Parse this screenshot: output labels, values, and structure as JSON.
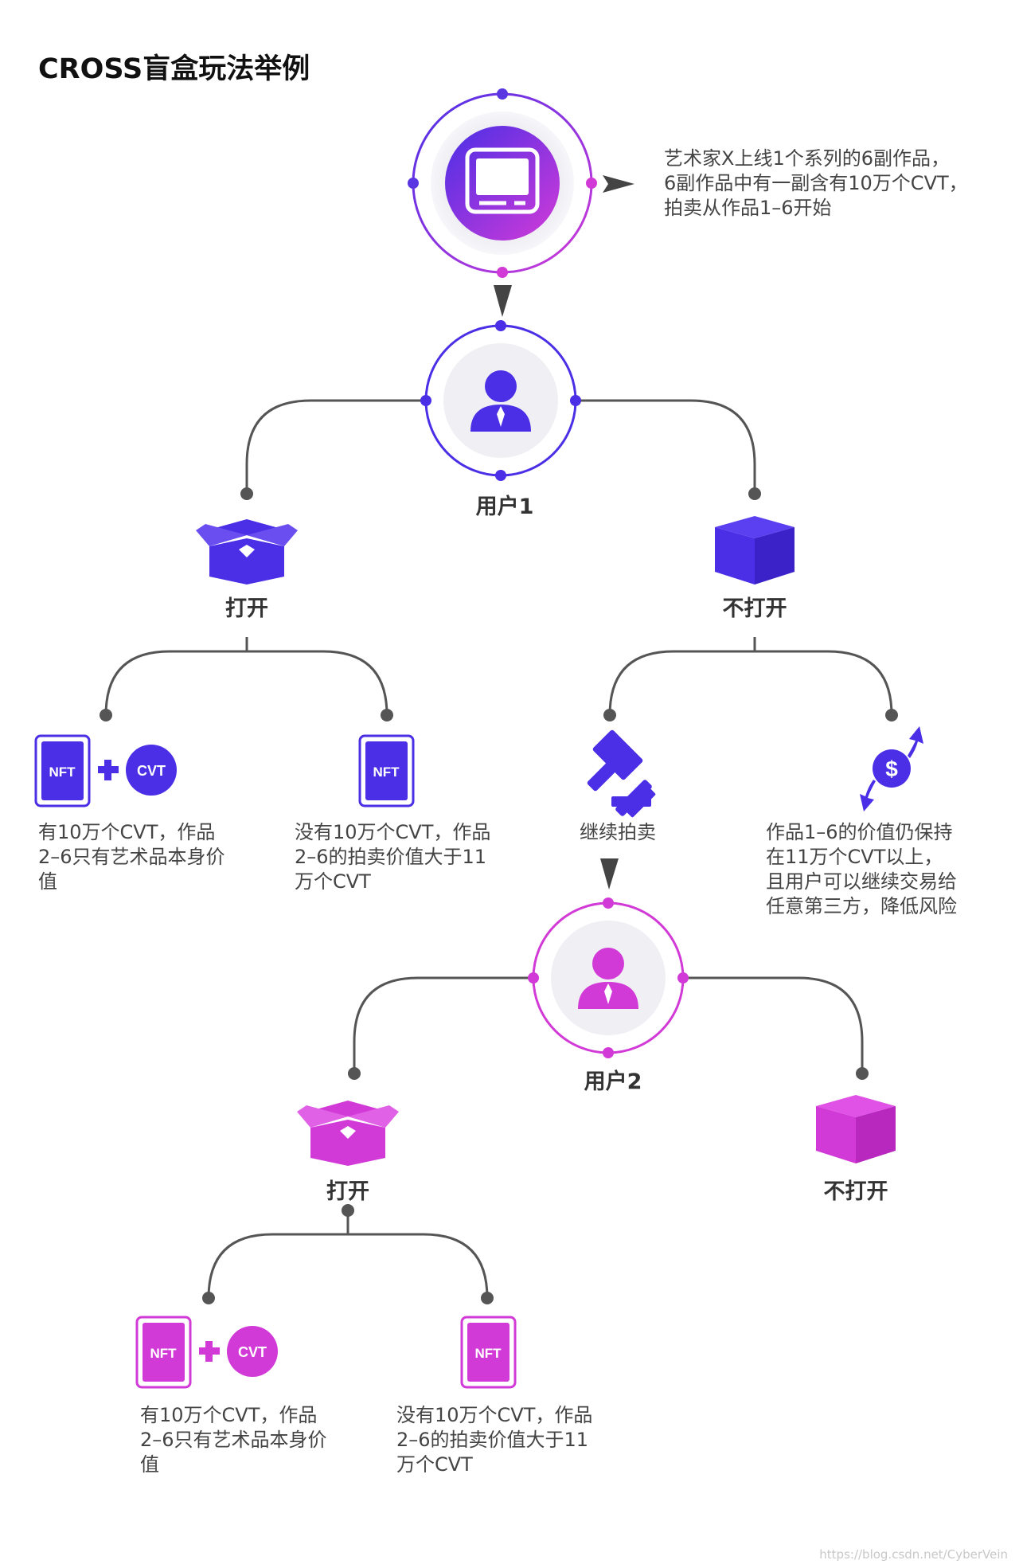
{
  "title": "CROSS盲盒玩法举例",
  "intro": {
    "lines": [
      "艺术家X上线1个系列的6副作品，",
      "6副作品中有一副含有10万个CVT，",
      "拍卖从作品1–6开始"
    ]
  },
  "user1": {
    "label": "用户1",
    "open": {
      "label": "打开",
      "with_cvt": {
        "nft_badge": "NFT",
        "cvt_badge": "CVT",
        "lines": [
          "有10万个CVT，作品",
          "2–6只有艺术品本身价",
          "值"
        ]
      },
      "without_cvt": {
        "nft_badge": "NFT",
        "lines": [
          "没有10万个CVT，作品",
          "2–6的拍卖价值大于11",
          "万个CVT"
        ]
      }
    },
    "not_open": {
      "label": "不打开",
      "continue_auction": {
        "label": "继续拍卖"
      },
      "value_kept": {
        "lines": [
          "作品1–6的价值仍保持",
          "在11万个CVT以上，",
          "且用户可以继续交易给",
          "任意第三方，降低风险"
        ]
      }
    }
  },
  "user2": {
    "label": "用户2",
    "open": {
      "label": "打开",
      "with_cvt": {
        "nft_badge": "NFT",
        "cvt_badge": "CVT",
        "lines": [
          "有10万个CVT，作品",
          "2–6只有艺术品本身价",
          "值"
        ]
      },
      "without_cvt": {
        "nft_badge": "NFT",
        "lines": [
          "没有10万个CVT，作品",
          "2–6的拍卖价值大于11",
          "万个CVT"
        ]
      }
    },
    "not_open": {
      "label": "不打开"
    }
  },
  "watermark": "https://blog.csdn.net/CyberVein",
  "colors": {
    "blue": "#4a2fe6",
    "magenta": "#d23ad8",
    "connector": "#555555",
    "text": "#333333"
  },
  "icons": [
    "monitor-icon",
    "user-icon",
    "open-box-icon",
    "closed-box-icon",
    "nft-card-icon",
    "cvt-coin-icon",
    "plus-icon",
    "gavel-icon",
    "dollar-exchange-icon",
    "arrow-icon"
  ]
}
